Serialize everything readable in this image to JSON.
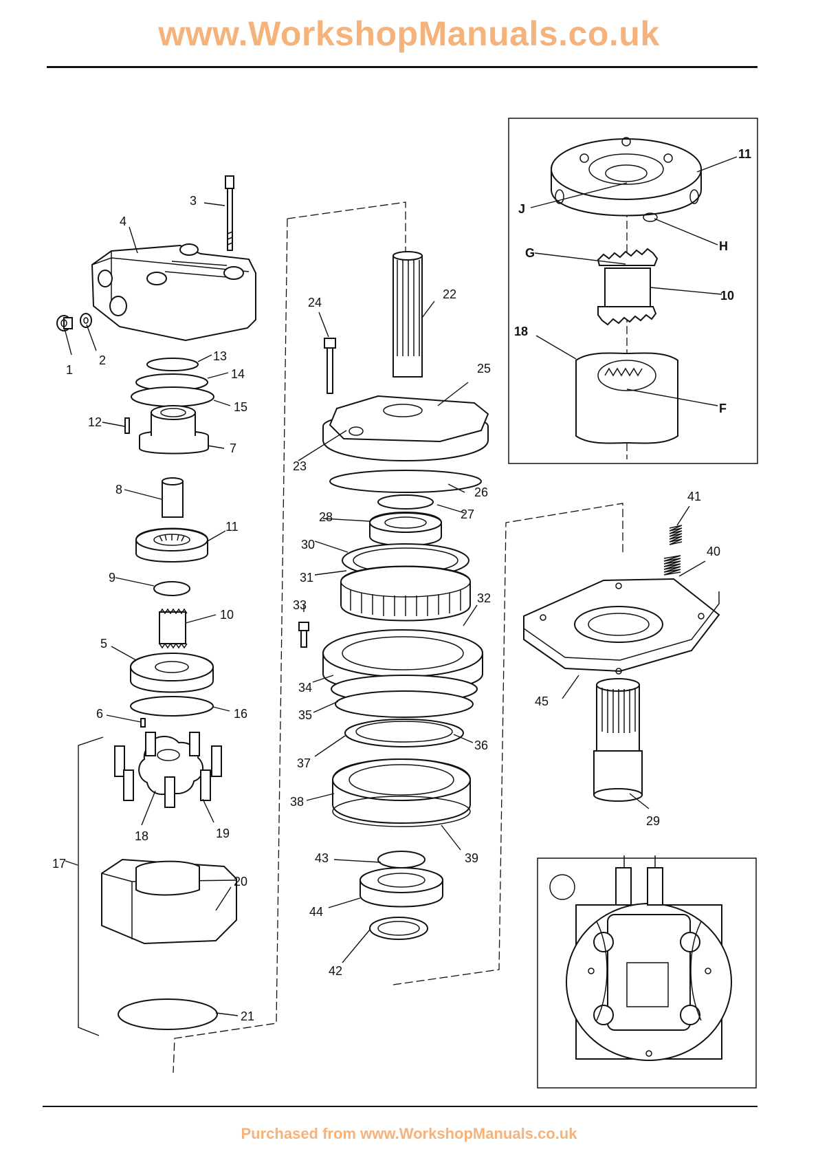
{
  "header": {
    "title": "www.WorkshopManuals.co.uk",
    "color": "#f5b27a"
  },
  "footer": {
    "text": "Purchased from www.WorkshopManuals.co.uk",
    "color": "#f5b27a"
  },
  "diagram": {
    "main_labels": [
      "1",
      "2",
      "3",
      "4",
      "5",
      "6",
      "7",
      "8",
      "9",
      "10",
      "11",
      "12",
      "13",
      "14",
      "15",
      "16",
      "17",
      "18",
      "19",
      "20",
      "21",
      "22",
      "23",
      "24",
      "25",
      "26",
      "27",
      "28",
      "29",
      "30",
      "31",
      "32",
      "33",
      "34",
      "35",
      "36",
      "37",
      "38",
      "39",
      "40",
      "41",
      "42",
      "43",
      "44",
      "45"
    ],
    "inset_top_labels": [
      "11",
      "J",
      "H",
      "G",
      "10",
      "18",
      "F"
    ],
    "inset_bottom_marker": ""
  }
}
